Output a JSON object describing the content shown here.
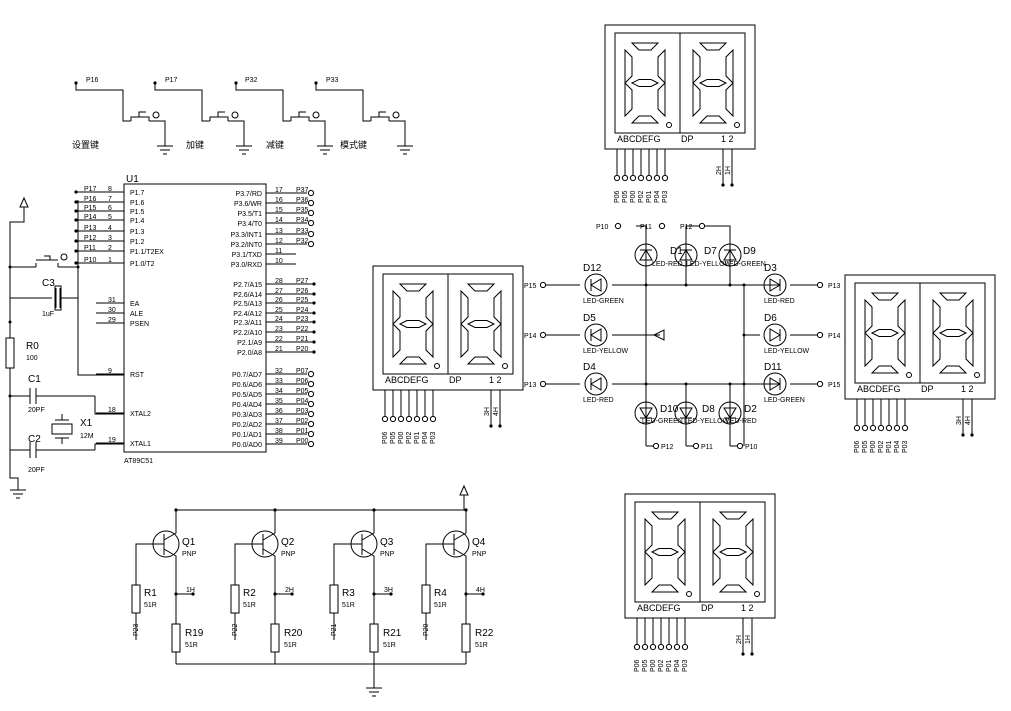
{
  "switches": [
    {
      "net": "P16",
      "label": "设置键"
    },
    {
      "net": "P17",
      "label": "加键"
    },
    {
      "net": "P32",
      "label": "减键"
    },
    {
      "net": "P33",
      "label": "模式键"
    }
  ],
  "mcu": {
    "ref": "U1",
    "part": "AT89C51",
    "left": [
      {
        "net": "P17",
        "num": "8",
        "name": "P1.7"
      },
      {
        "net": "P16",
        "num": "7",
        "name": "P1.6"
      },
      {
        "net": "P15",
        "num": "6",
        "name": "P1.5"
      },
      {
        "net": "P14",
        "num": "5",
        "name": "P1.4"
      },
      {
        "net": "P13",
        "num": "4",
        "name": "P1.3"
      },
      {
        "net": "P12",
        "num": "3",
        "name": "P1.2"
      },
      {
        "net": "P11",
        "num": "2",
        "name": "P1.1/T2EX"
      },
      {
        "net": "P10",
        "num": "1",
        "name": "P1.0/T2"
      },
      {
        "net": "",
        "num": "31",
        "name": "EA"
      },
      {
        "net": "",
        "num": "30",
        "name": "ALE"
      },
      {
        "net": "",
        "num": "29",
        "name": "PSEN"
      },
      {
        "net": "",
        "num": "9",
        "name": "RST"
      },
      {
        "net": "",
        "num": "18",
        "name": "XTAL2"
      },
      {
        "net": "",
        "num": "19",
        "name": "XTAL1"
      }
    ],
    "right": [
      {
        "name": "P3.7/RD",
        "num": "17",
        "net": "P37"
      },
      {
        "name": "P3.6/WR",
        "num": "16",
        "net": "P36"
      },
      {
        "name": "P3.5/T1",
        "num": "15",
        "net": "P35"
      },
      {
        "name": "P3.4/T0",
        "num": "14",
        "net": "P34"
      },
      {
        "name": "P3.3/INT1",
        "num": "13",
        "net": "P33"
      },
      {
        "name": "P3.2/INT0",
        "num": "12",
        "net": "P32"
      },
      {
        "name": "P3.1/TXD",
        "num": "11",
        "net": ""
      },
      {
        "name": "P3.0/RXD",
        "num": "10",
        "net": ""
      },
      {
        "name": "P2.7/A15",
        "num": "28",
        "net": "P27"
      },
      {
        "name": "P2.6/A14",
        "num": "27",
        "net": "P26"
      },
      {
        "name": "P2.5/A13",
        "num": "26",
        "net": "P25"
      },
      {
        "name": "P2.4/A12",
        "num": "25",
        "net": "P24"
      },
      {
        "name": "P2.3/A11",
        "num": "24",
        "net": "P23"
      },
      {
        "name": "P2.2/A10",
        "num": "23",
        "net": "P22"
      },
      {
        "name": "P2.1/A9",
        "num": "22",
        "net": "P21"
      },
      {
        "name": "P2.0/A8",
        "num": "21",
        "net": "P20"
      },
      {
        "name": "P0.7/AD7",
        "num": "32",
        "net": "P07"
      },
      {
        "name": "P0.6/AD6",
        "num": "33",
        "net": "P06"
      },
      {
        "name": "P0.5/AD5",
        "num": "34",
        "net": "P05"
      },
      {
        "name": "P0.4/AD4",
        "num": "35",
        "net": "P04"
      },
      {
        "name": "P0.3/AD3",
        "num": "36",
        "net": "P03"
      },
      {
        "name": "P0.2/AD2",
        "num": "37",
        "net": "P02"
      },
      {
        "name": "P0.1/AD1",
        "num": "38",
        "net": "P01"
      },
      {
        "name": "P0.0/AD0",
        "num": "39",
        "net": "P00"
      }
    ]
  },
  "passives": {
    "C3": {
      "ref": "C3",
      "val": "1uF"
    },
    "R0": {
      "ref": "R0",
      "val": "100"
    },
    "C1": {
      "ref": "C1",
      "val": "20PF"
    },
    "C2": {
      "ref": "C2",
      "val": "20PF"
    },
    "X1": {
      "ref": "X1",
      "val": "12M"
    }
  },
  "display_labels": {
    "segs": "ABCDEFG",
    "dp": "DP",
    "digits": "1 2"
  },
  "displays": [
    {
      "id": "top",
      "pins": [
        "P06",
        "P05",
        "P00",
        "P02",
        "P01",
        "P04",
        "P03"
      ],
      "commons": [
        "2H",
        "1H"
      ]
    },
    {
      "id": "left",
      "pins": [
        "P06",
        "P05",
        "P00",
        "P02",
        "P01",
        "P04",
        "P03"
      ],
      "commons": [
        "3H",
        "4H"
      ]
    },
    {
      "id": "right",
      "pins": [
        "P06",
        "P05",
        "P00",
        "P02",
        "P01",
        "P04",
        "P03"
      ],
      "commons": [
        "3H",
        "4H"
      ]
    },
    {
      "id": "bottom",
      "pins": [
        "P06",
        "P05",
        "P00",
        "P02",
        "P01",
        "P04",
        "P03"
      ],
      "commons": [
        "2H",
        "1H"
      ]
    }
  ],
  "leds": {
    "D1": {
      "ref": "D1",
      "val": "LED-RED"
    },
    "D7": {
      "ref": "D7",
      "val": "LED-YELLOW"
    },
    "D9": {
      "ref": "D9",
      "val": "LED-GREEN"
    },
    "D12": {
      "ref": "D12",
      "val": "LED-GREEN"
    },
    "D5": {
      "ref": "D5",
      "val": "LED-YELLOW"
    },
    "D4": {
      "ref": "D4",
      "val": "LED-RED"
    },
    "D3": {
      "ref": "D3",
      "val": "LED-RED"
    },
    "D6": {
      "ref": "D6",
      "val": "LED-YELLOW"
    },
    "D11": {
      "ref": "D11",
      "val": "LED-GREEN"
    },
    "D10": {
      "ref": "D10",
      "val": "LED-GREEN"
    },
    "D8": {
      "ref": "D8",
      "val": "LED-YELLOW"
    },
    "D2": {
      "ref": "D2",
      "val": "LED-RED"
    }
  },
  "led_nets": {
    "top": [
      "P10",
      "P11",
      "P12"
    ],
    "bottom": [
      "P12",
      "P11",
      "P10"
    ],
    "left": [
      "P15",
      "P14",
      "P13"
    ],
    "right": [
      "P13",
      "P14",
      "P15"
    ]
  },
  "drivers": [
    {
      "q": "Q1",
      "type": "PNP",
      "rb": "R1",
      "rbv": "51R",
      "rc": "R19",
      "rcv": "51R",
      "net": "P23",
      "out": "1H"
    },
    {
      "q": "Q2",
      "type": "PNP",
      "rb": "R2",
      "rbv": "51R",
      "rc": "R20",
      "rcv": "51R",
      "net": "P22",
      "out": "2H"
    },
    {
      "q": "Q3",
      "type": "PNP",
      "rb": "R3",
      "rbv": "51R",
      "rc": "R21",
      "rcv": "51R",
      "net": "P21",
      "out": "3H"
    },
    {
      "q": "Q4",
      "type": "PNP",
      "rb": "R4",
      "rbv": "51R",
      "rc": "R22",
      "rcv": "51R",
      "net": "P20",
      "out": "4H"
    }
  ]
}
